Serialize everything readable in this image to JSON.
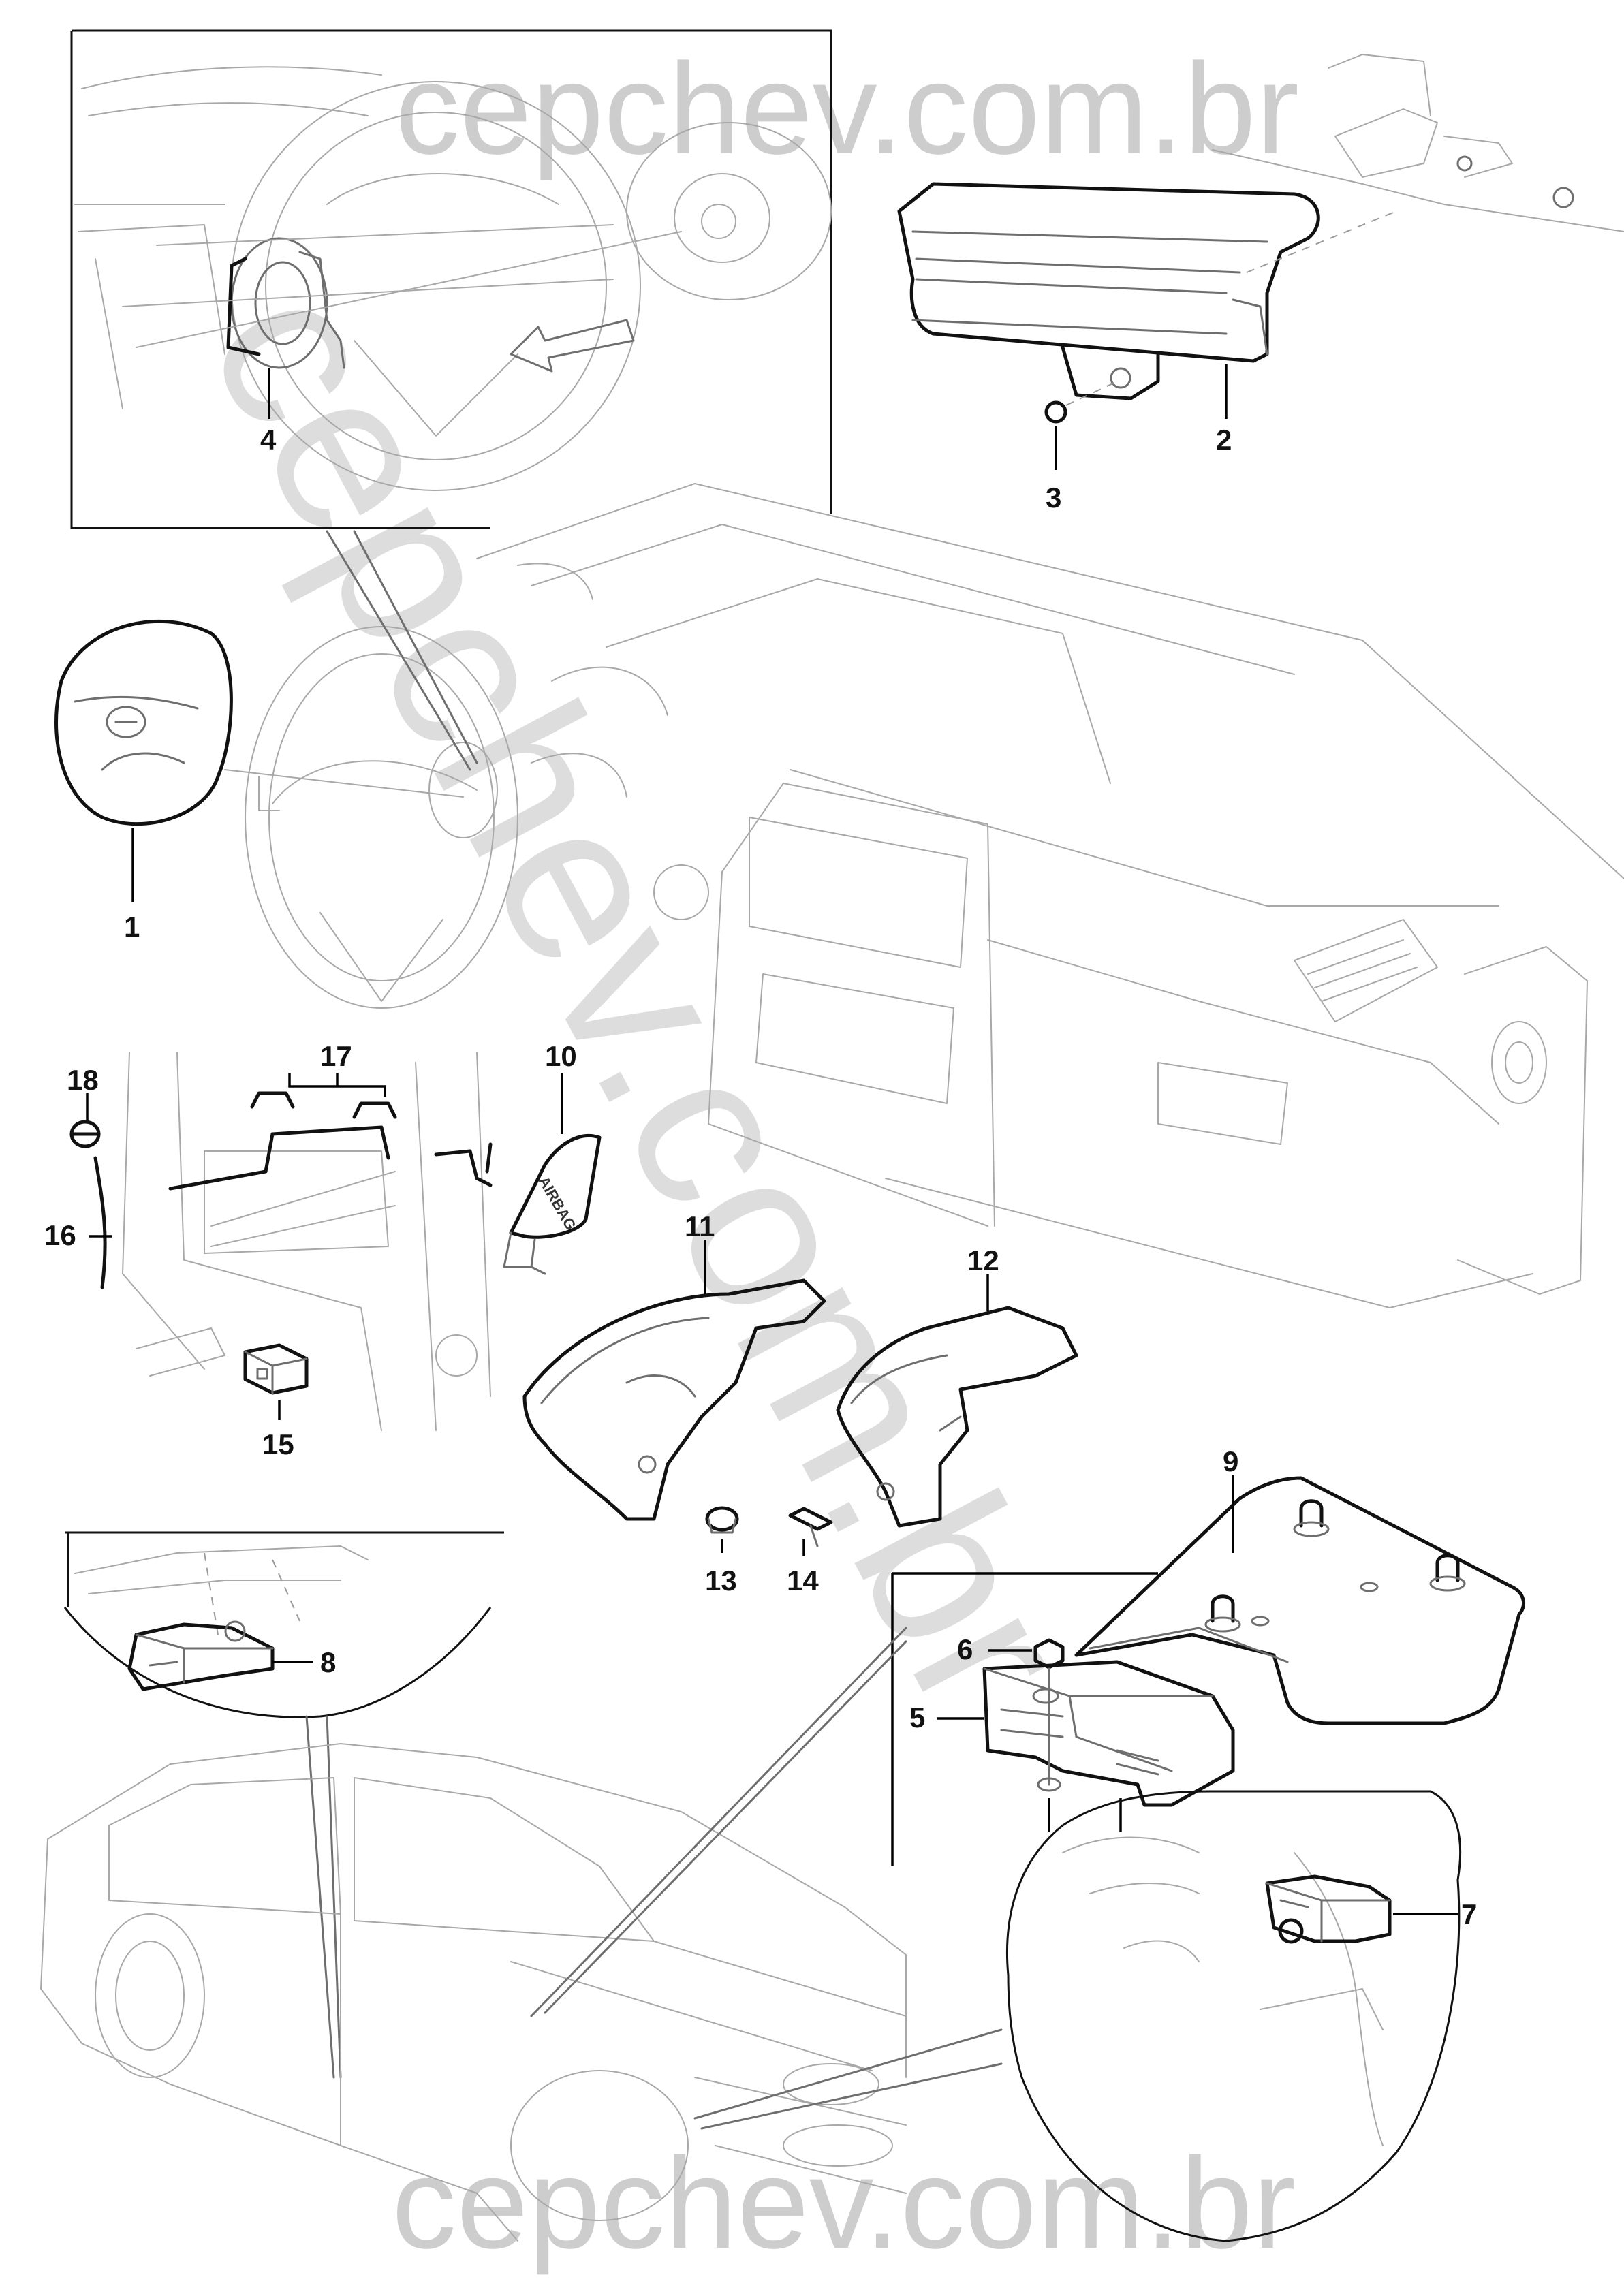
{
  "watermark": {
    "top": "cepchev.com.br",
    "diagonal": "cepchev.com.br",
    "bottom": "cepchev.com.br"
  },
  "part_numbers": {
    "p1": "1",
    "p2": "2",
    "p3": "3",
    "p4": "4",
    "p5": "5",
    "p6": "6",
    "p7": "7",
    "p8": "8",
    "p9": "9",
    "p10": "10",
    "p11": "11",
    "p12": "12",
    "p13": "13",
    "p14": "14",
    "p15": "15",
    "p16": "16",
    "p17": "17",
    "p18": "18"
  },
  "airbag_badge": "AIRBAG"
}
